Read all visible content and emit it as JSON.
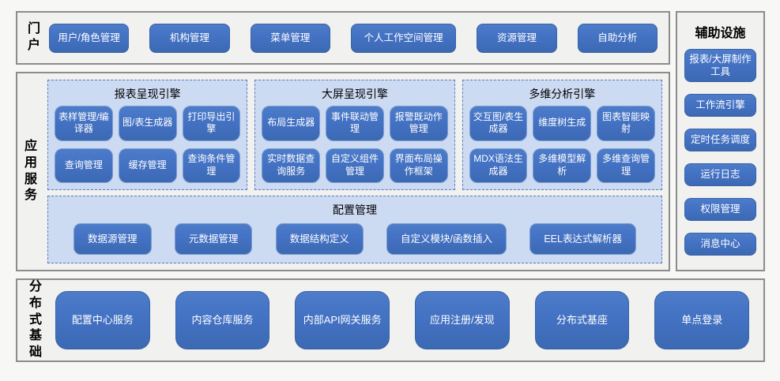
{
  "sections": {
    "portal": {
      "label": "门户",
      "items": [
        "用户/角色管理",
        "机构管理",
        "菜单管理",
        "个人工作空间管理",
        "资源管理",
        "自助分析"
      ]
    },
    "app_services": {
      "label": "应用服务",
      "engines": [
        {
          "title": "报表呈现引擎",
          "items": [
            "表样管理/编译器",
            "图/表生成器",
            "打印导出引擎",
            "查询管理",
            "缓存管理",
            "查询条件管理"
          ]
        },
        {
          "title": "大屏呈现引擎",
          "items": [
            "布局生成器",
            "事件联动管理",
            "报警既动作管理",
            "实时数据查询服务",
            "自定义组件管理",
            "界面布局操作框架"
          ]
        },
        {
          "title": "多维分析引擎",
          "items": [
            "交互图/表生成器",
            "维度树生成",
            "图表智能映射",
            "MDX语法生成器",
            "多维模型解析",
            "多维查询管理"
          ]
        }
      ],
      "config": {
        "title": "配置管理",
        "items": [
          "数据源管理",
          "元数据管理",
          "数据结构定义",
          "自定义模块/函数插入",
          "EEL表达式解析器"
        ]
      }
    },
    "distributed": {
      "label": "分布式基础",
      "items": [
        "配置中心服务",
        "内容仓库服务",
        "内部API网关服务",
        "应用注册/发现",
        "分布式基座",
        "单点登录"
      ]
    },
    "auxiliary": {
      "label": "辅助设施",
      "items": [
        "报表/大屏制作工具",
        "工作流引擎",
        "定时任务调度",
        "运行日志",
        "权限管理",
        "消息中心"
      ]
    }
  },
  "colors": {
    "button_blue": "#4472C4",
    "panel_light_blue": "#CCDAF2",
    "dashed_border_blue": "#5B7BBF",
    "section_gray_bg": "#F1F1F0",
    "section_border_gray": "#8C8C8C",
    "button_text": "#FFFFFF",
    "label_text": "#000000"
  }
}
